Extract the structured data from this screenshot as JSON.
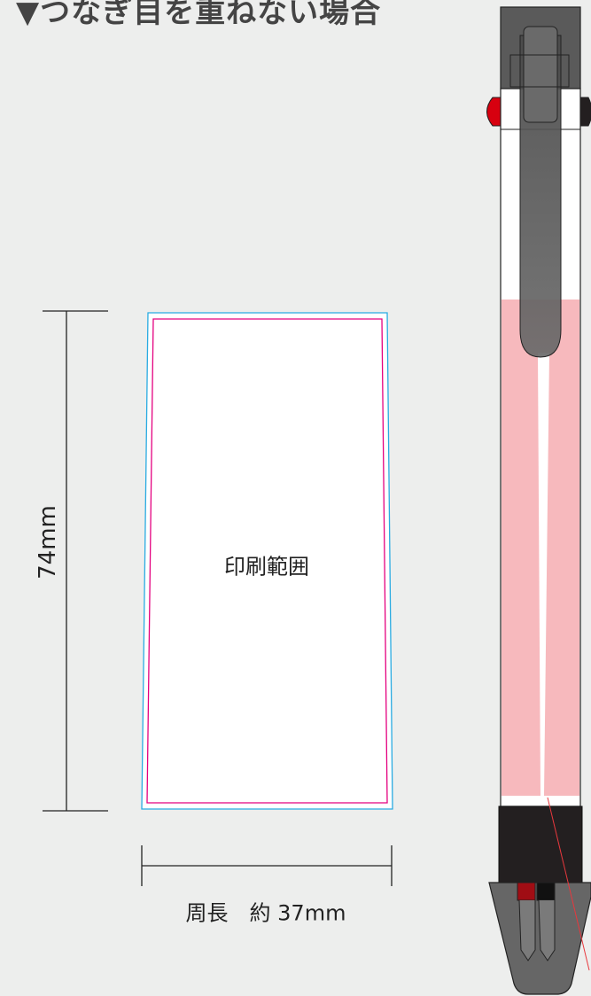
{
  "title": "▼つなぎ目を重ねない場合",
  "dimensions": {
    "height_label": "74mm",
    "width_label": "周長　約 37mm"
  },
  "print_area": {
    "label": "印刷範囲"
  },
  "colors": {
    "background": "#edeeed",
    "outer_border": "#29abe2",
    "inner_border": "#e4007f",
    "print_band": "#f7b9bd",
    "pen_clip": "#555555",
    "pen_grip": "#231f20",
    "pen_tip": "#666666",
    "accent_red": "#d7000f"
  },
  "illustration": "pen-body"
}
